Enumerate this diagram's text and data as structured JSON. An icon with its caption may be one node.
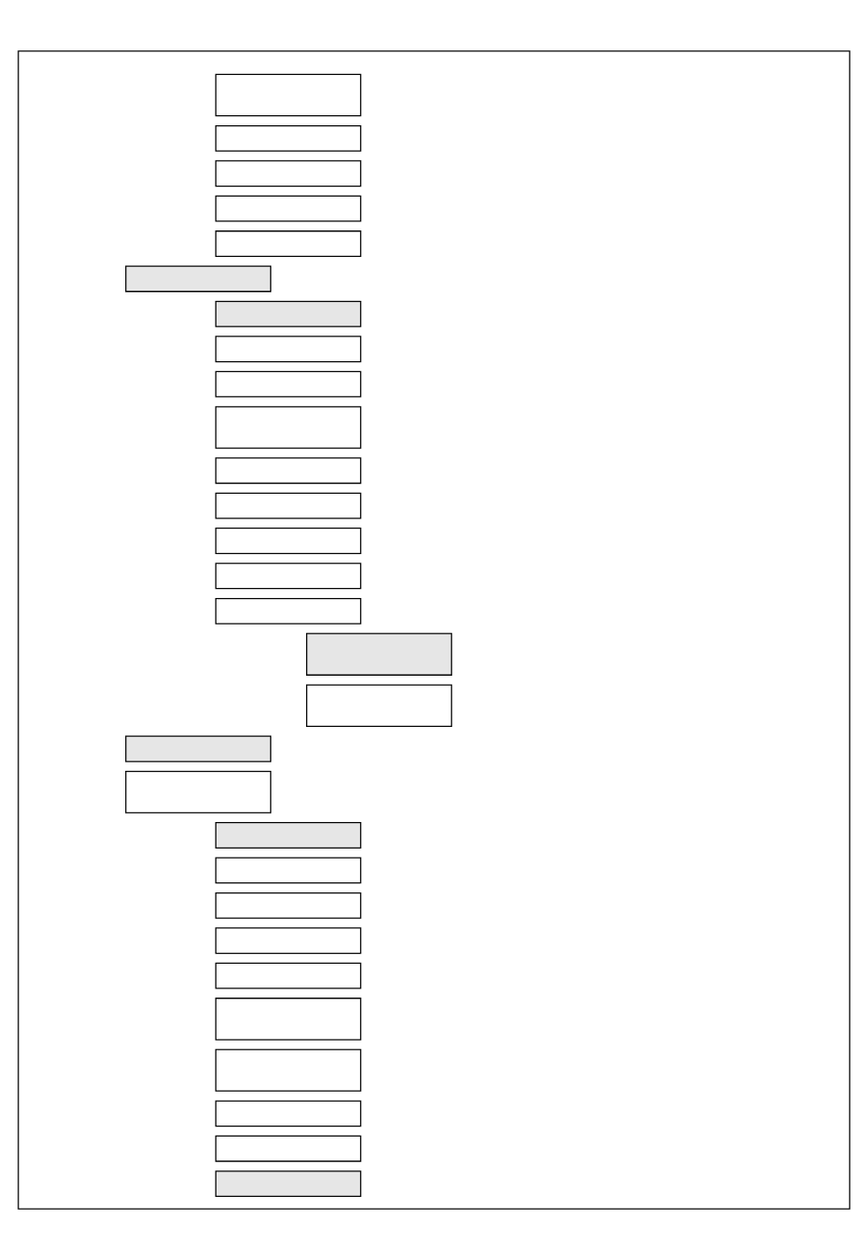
{
  "diagram": {
    "nodes": [
      {
        "text": [],
        "shape": "box"
      },
      {
        "text": [],
        "shape": "box",
        "in": 0
      },
      {
        "text": [],
        "shape": "box",
        "in": 0
      },
      {
        "text": [],
        "shape": "box",
        "in": 0
      },
      {
        "text": [],
        "shape": "box",
        "in": 0
      },
      {
        "text": [],
        "shape": "box",
        "in": 0
      },
      {
        "text": [],
        "shape": "box",
        "in": 0
      },
      {
        "text": [],
        "shape": "box",
        "in": 0
      },
      {
        "text": [],
        "shape": "box",
        "in": 0
      },
      {
        "text": [],
        "shape": "box",
        "in": 0
      },
      {
        "text": [],
        "shape": "box",
        "in": 0
      },
      {
        "text": [],
        "shape": "box",
        "in": 0
      },
      {
        "text": [],
        "shape": "box",
        "in": 0
      },
      {
        "text": [],
        "shape": "box",
        "in": 0
      },
      {
        "text": [],
        "shape": "box",
        "in": 0
      },
      {
        "text": [],
        "shape": "box",
        "in": 0
      },
      {
        "text": [],
        "shape": "box",
        "in": 0
      },
      {
        "text": [],
        "shape": "box",
        "in": 0
      },
      {
        "text": [],
        "shape": "box",
        "in": 0
      },
      {
        "text": [],
        "shape": "box",
        "in": 0
      },
      {
        "text": [],
        "shape": "box",
        "in": 0
      },
      {
        "text": [],
        "shape": "box",
        "in": 0
      },
      {
        "text": [],
        "shape": "box",
        "in": 0
      },
      {
        "text": [],
        "shape": "box",
        "in": 0
      },
      {
        "text": [],
        "shape": "box",
        "in": 0
      },
      {
        "text": [],
        "shape": "box",
        "in": 0
      },
      {
        "text": [],
        "shape": "box",
        "in": 0
      },
      {
        "text": [],
        "shape": "box",
        "in": 0
      },
      {
        "text": [],
        "shape": "box",
        "in": 0
      },
      {
        "text": [],
        "shape": "box",
        "in": 0
      }
    ]
  }
}
